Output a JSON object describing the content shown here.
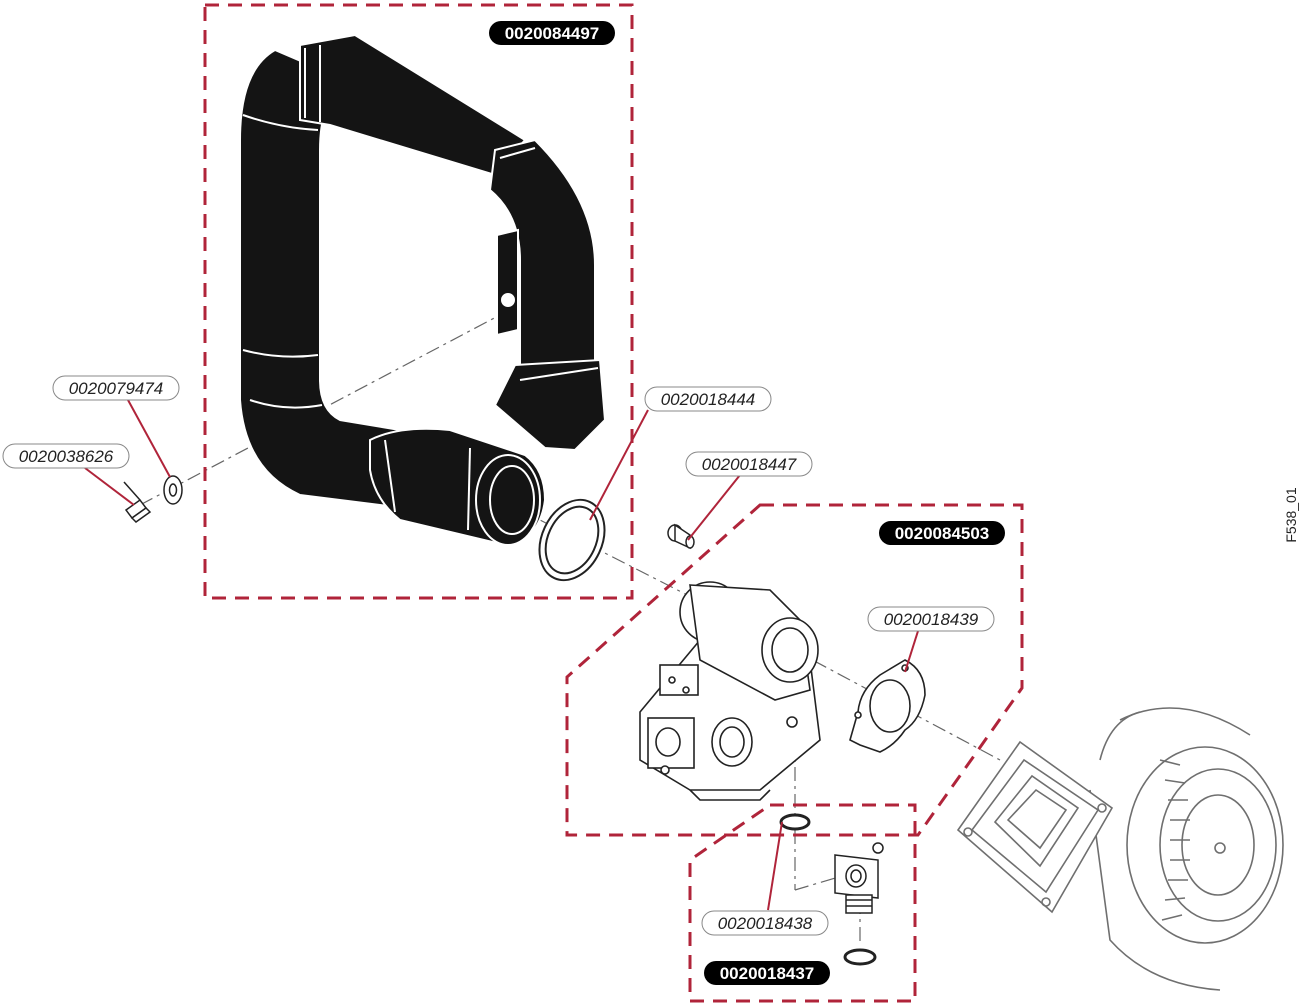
{
  "figure_code": "F538_01",
  "colors": {
    "kit_border": "#b0243a",
    "part_fill": "#141414",
    "line": "#444444",
    "light_part": "#6f6f6f"
  },
  "kits": [
    {
      "id": "kit-air-pipe",
      "label": "0020084497"
    },
    {
      "id": "kit-gas-valve",
      "label": "0020084503"
    },
    {
      "id": "kit-connector",
      "label": "0020018437"
    }
  ],
  "parts": [
    {
      "id": "screw",
      "label": "0020038626"
    },
    {
      "id": "washer",
      "label": "0020079474"
    },
    {
      "id": "pipe-gasket",
      "label": "0020018444"
    },
    {
      "id": "plug",
      "label": "0020018447"
    },
    {
      "id": "valve-gasket",
      "label": "0020018439"
    },
    {
      "id": "o-ring",
      "label": "0020018438"
    }
  ]
}
